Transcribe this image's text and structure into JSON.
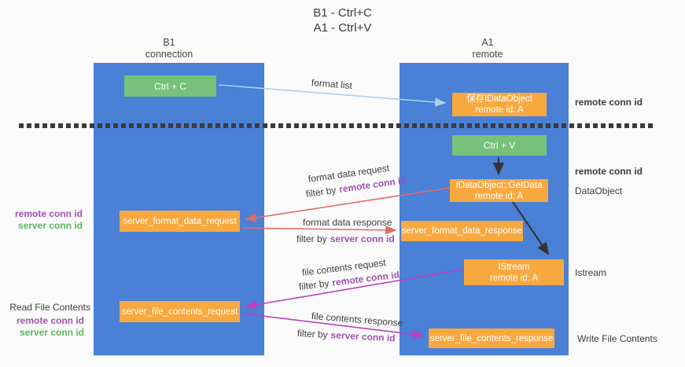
{
  "title": {
    "line1": "B1 - Ctrl+C",
    "line2": "A1 - Ctrl+V"
  },
  "lanes": {
    "left": {
      "name": "B1",
      "role": "connection"
    },
    "right": {
      "name": "A1",
      "role": "remote"
    }
  },
  "nodes": {
    "ctrl_c": "Ctrl + C",
    "ctrl_v": "Ctrl + V",
    "save_dataobject_line1": "保存IDataObject",
    "save_dataobject_line2": "remote id: A",
    "getdata_line1": "IDataObject::GetData",
    "getdata_line2": "remote id: A",
    "istream_line1": "IStream",
    "istream_line2": "remote id: A",
    "server_format_data_request": "server_format_data_request",
    "server_format_data_response": "server_format_data_response",
    "server_file_contents_request": "server_file_contents_request",
    "server_file_contents_response": "server_file_contents_response"
  },
  "labels": {
    "format_list": "format list",
    "format_data_request": "format data request",
    "format_data_response": "format data response",
    "file_contents_request": "file contents request",
    "file_contents_response": "file contents response",
    "filter_by": "filter by",
    "remote_conn_id": "remote conn id",
    "server_conn_id": "server conn id",
    "dataobject": "DataObject",
    "istream": "Istream",
    "read_file_contents": "Read File Contents",
    "write_file_contents": "Write File Contents"
  },
  "colors": {
    "lane_blue": "#4a80d6",
    "node_orange": "#f7a940",
    "node_green": "#77c17a",
    "arrow_blue": "#a9d3f0",
    "arrow_red": "#e06a6a",
    "arrow_magenta": "#bf3fbf",
    "arrow_black": "#333333",
    "text_purple": "#a052b2",
    "text_green": "#5cb55e"
  }
}
